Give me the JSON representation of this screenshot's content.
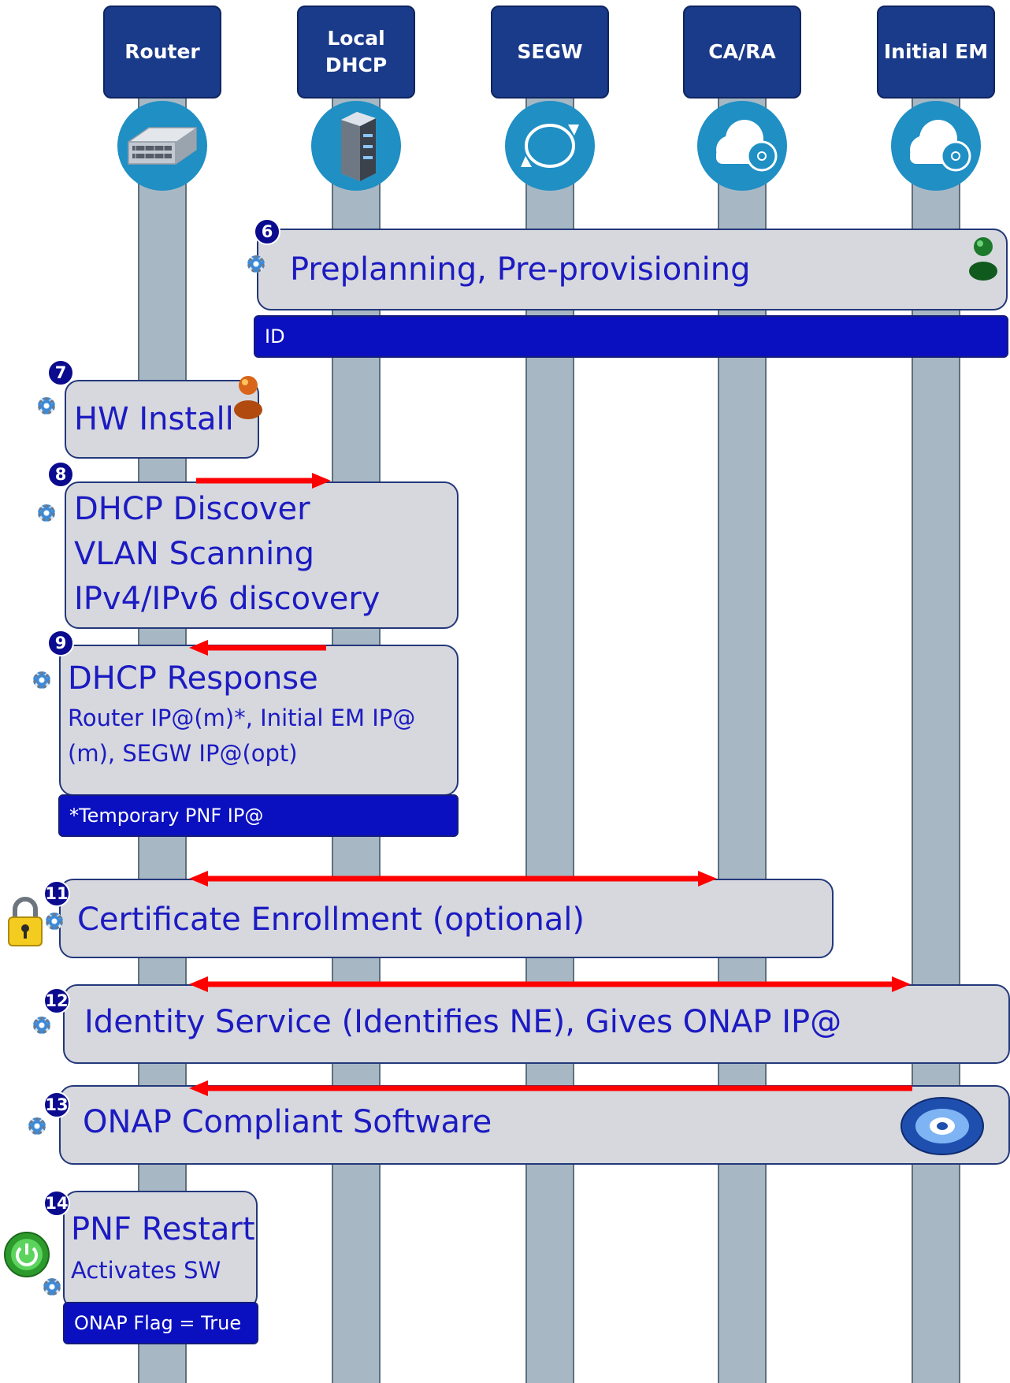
{
  "lanes": [
    {
      "id": "router",
      "label": "Router",
      "icon": "router-hardware-icon"
    },
    {
      "id": "dhcp",
      "label": "Local DHCP",
      "icon": "server-icon"
    },
    {
      "id": "segw",
      "label": "SEGW",
      "icon": "sync-loop-icon"
    },
    {
      "id": "cara",
      "label": "CA/RA",
      "icon": "cloud-disc-icon"
    },
    {
      "id": "em",
      "label": "Initial EM",
      "icon": "cloud-disc-icon"
    }
  ],
  "steps": [
    {
      "num": "6",
      "title": "Preplanning, Pre-provisioning",
      "note": "ID",
      "icon": "green-person-icon"
    },
    {
      "num": "7",
      "title": "HW Install",
      "icon": "orange-person-icon"
    },
    {
      "num": "8",
      "lines": [
        "DHCP Discover",
        "VLAN Scanning",
        "IPv4/IPv6 discovery"
      ]
    },
    {
      "num": "9",
      "title": "DHCP Response",
      "lines": [
        "Router IP@(m)*, Initial EM IP@",
        "(m), SEGW IP@(opt)"
      ],
      "note": "*Temporary PNF IP@"
    },
    {
      "num": "11",
      "title": "Certificate Enrollment (optional)",
      "icon": "padlock-icon"
    },
    {
      "num": "12",
      "title": "Identity Service (Identifies NE), Gives ONAP IP@"
    },
    {
      "num": "13",
      "title": "ONAP Compliant Software",
      "icon": "disc-icon"
    },
    {
      "num": "14",
      "title": "PNF Restart",
      "lines": [
        "Activates SW"
      ],
      "note": "ONAP Flag = True",
      "icon": "power-button-icon"
    }
  ],
  "messages": [
    {
      "step": "8",
      "from": "Router",
      "to": "Local DHCP"
    },
    {
      "step": "9",
      "from": "Local DHCP",
      "to": "Router"
    },
    {
      "step": "11",
      "between": [
        "Router",
        "CA/RA"
      ]
    },
    {
      "step": "12",
      "between": [
        "Router",
        "Initial EM"
      ]
    },
    {
      "step": "13",
      "from": "Initial EM",
      "to": "Router"
    }
  ],
  "colors": {
    "header": "#1a3a8a",
    "lifeline": "#a7b8c4",
    "box": "#d6d8dd",
    "text": "#1c1bc2",
    "note": "#0a10c0",
    "arrow": "#ff0000",
    "badge": "#0b0b8f"
  }
}
